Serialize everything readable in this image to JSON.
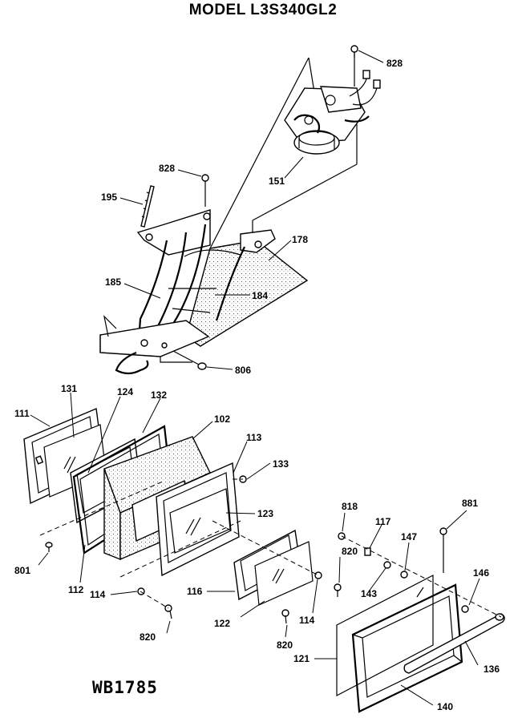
{
  "header": {
    "title": "MODEL L3S340GL2"
  },
  "footer": {
    "code": "WB1785"
  },
  "labels": {
    "p828a": "828",
    "p828b": "828",
    "p151": "151",
    "p195": "195",
    "p178": "178",
    "p185": "185",
    "p184": "184",
    "p806": "806",
    "p131": "131",
    "p124": "124",
    "p132": "132",
    "p111": "111",
    "p102": "102",
    "p113": "113",
    "p133": "133",
    "p123": "123",
    "p801": "801",
    "p112": "112",
    "p114a": "114",
    "p116": "116",
    "p820a": "820",
    "p122": "122",
    "p820b": "820",
    "p114b": "114",
    "p818": "818",
    "p117": "117",
    "p820c": "820",
    "p147": "147",
    "p143": "143",
    "p881": "881",
    "p146": "146",
    "p121": "121",
    "p136": "136",
    "p140": "140"
  }
}
